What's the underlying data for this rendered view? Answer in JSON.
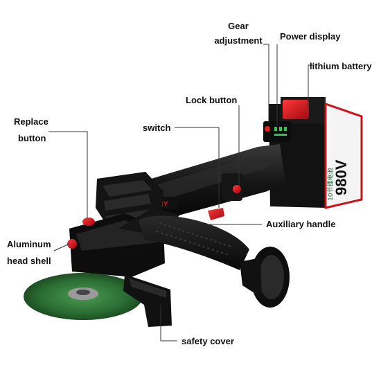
{
  "labels": {
    "gear_line1": "Gear",
    "gear_line2": "adjustment",
    "power_display": "Power display",
    "lithium_battery": "lithium battery",
    "lock_button": "Lock button",
    "switch": "switch",
    "replace_line1": "Replace",
    "replace_line2": "button",
    "aluminum_line1": "Aluminum",
    "aluminum_line2": "head shell",
    "auxiliary_handle": "Auxiliary handle",
    "safety_cover": "safety cover"
  },
  "battery_text": {
    "voltage": "980V",
    "cell_info": "10节锂电池"
  },
  "colors": {
    "body": "#1b1b1b",
    "accent": "#d8141c",
    "disc": "#2e7a3a",
    "leader": "#333333"
  }
}
